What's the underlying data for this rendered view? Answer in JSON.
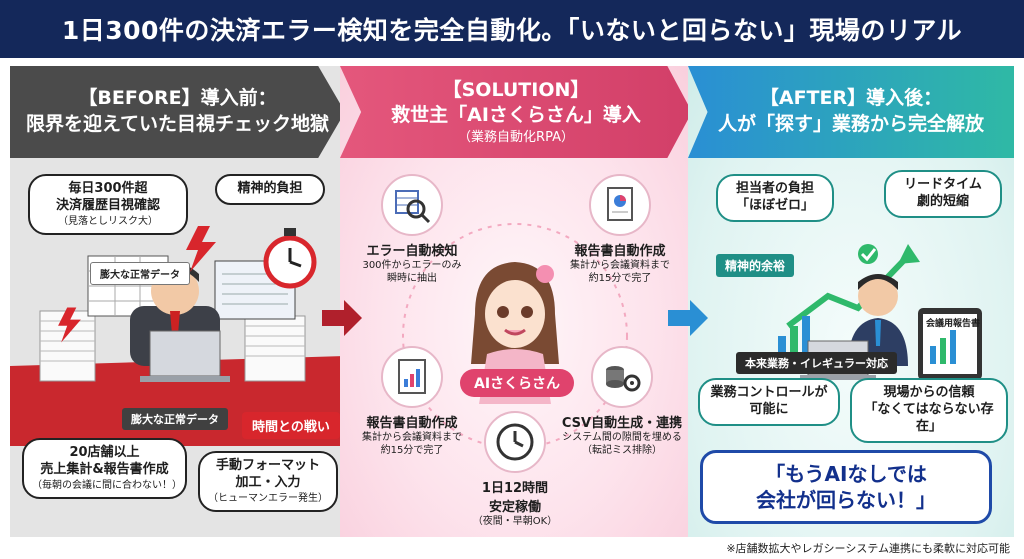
{
  "title": "1日300件の決済エラー検知を完全自動化。「いないと回らない」現場のリアル",
  "before": {
    "header_line1": "【BEFORE】導入前：",
    "header_line2": "限界を迎えていた目視チェック地獄",
    "bubble_check_line1": "毎日300件超",
    "bubble_check_line2": "決済履歴目視確認",
    "bubble_check_note": "（見落としリスク大）",
    "bubble_stress": "精神的負担",
    "sheet_label": "膨大な正常データ",
    "desk_label": "膨大な正常データ",
    "time_tag": "時間との戦い",
    "bubble_stores_line1": "20店舗以上",
    "bubble_stores_line2": "売上集計&報告書作成",
    "bubble_stores_note": "（毎朝の会議に間に合わない！）",
    "bubble_manual_line1": "手動フォーマット",
    "bubble_manual_line2": "加工・入力",
    "bubble_manual_note": "（ヒューマンエラー発生）"
  },
  "solution": {
    "header_line1": "【SOLUTION】",
    "header_line2": "救世主「AIさくらさん」導入",
    "header_sub": "（業務自動化RPA）",
    "error_title": "エラー自動検知",
    "error_desc1": "300件からエラーのみ",
    "error_desc2": "瞬時に抽出",
    "report_title": "報告書自動作成",
    "report_desc1": "集計から会議資料まで",
    "report_desc2": "約15分で完了",
    "report2_title": "報告書自動作成",
    "report2_desc1": "集計から会議資料まで",
    "report2_desc2": "約15分で完了",
    "csv_title": "CSV自動生成・連携",
    "csv_desc1": "システム間の隙間を埋める",
    "csv_desc2": "（転記ミス排除）",
    "uptime_title1": "1日12時間",
    "uptime_title2": "安定稼働",
    "uptime_desc": "（夜間・早朝OK）",
    "character_label": "AIさくらさん"
  },
  "after": {
    "header_line1": "【AFTER】導入後：",
    "header_line2": "人が「探す」業務から完全解放",
    "bubble_load_line1": "担当者の負担",
    "bubble_load_line2": "「ほぼゼロ」",
    "bubble_lead_line1": "リードタイム",
    "bubble_lead_line2": "劇的短縮",
    "mental_tag": "精神的余裕",
    "report_doc": "会議用報告書",
    "core_tag": "本来業務・イレギュラー対応",
    "bubble_control_line1": "業務コントロールが",
    "bubble_control_line2": "可能に",
    "bubble_trust_line1": "現場からの信頼",
    "bubble_trust_line2": "「なくてはならない存在」"
  },
  "quote_line1": "「もうAIなしでは",
  "quote_line2": "会社が回らない！」",
  "footnote": "※店舗数拡大やレガシーシステム連携にも柔軟に対応可能",
  "colors": {
    "navy": "#14285a",
    "red": "#d8262c",
    "pink": "#e0436d",
    "teal": "#2fb9a5",
    "blue": "#1f4aa8"
  }
}
